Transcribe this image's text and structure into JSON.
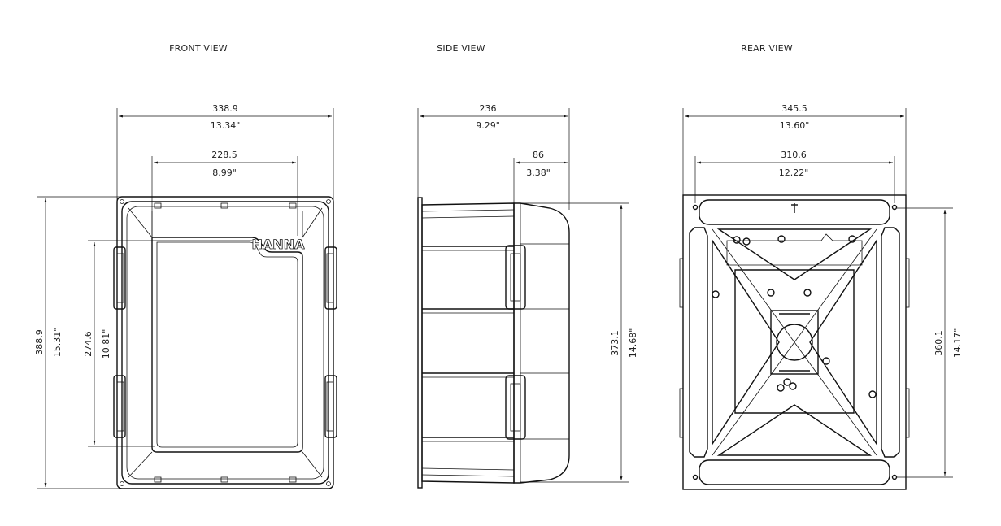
{
  "views": {
    "front": {
      "title": "FRONT VIEW",
      "logo": "HANNA",
      "dims": {
        "width_mm": "338.9",
        "width_in": "13.34\"",
        "window_width_mm": "228.5",
        "window_width_in": "8.99\"",
        "height_mm": "388.9",
        "height_in": "15.31\"",
        "window_height_mm": "274.6",
        "window_height_in": "10.81\""
      }
    },
    "side": {
      "title": "SIDE VIEW",
      "dims": {
        "depth_mm": "236",
        "depth_in": "9.29\"",
        "lid_depth_mm": "86",
        "lid_depth_in": "3.38\"",
        "height_mm": "373.1",
        "height_in": "14.68\""
      }
    },
    "rear": {
      "title": "REAR VIEW",
      "dims": {
        "width_mm": "345.5",
        "width_in": "13.60\"",
        "hole_spacing_mm": "310.6",
        "hole_spacing_in": "12.22\"",
        "height_mm": "360.1",
        "height_in": "14.17\""
      }
    }
  }
}
